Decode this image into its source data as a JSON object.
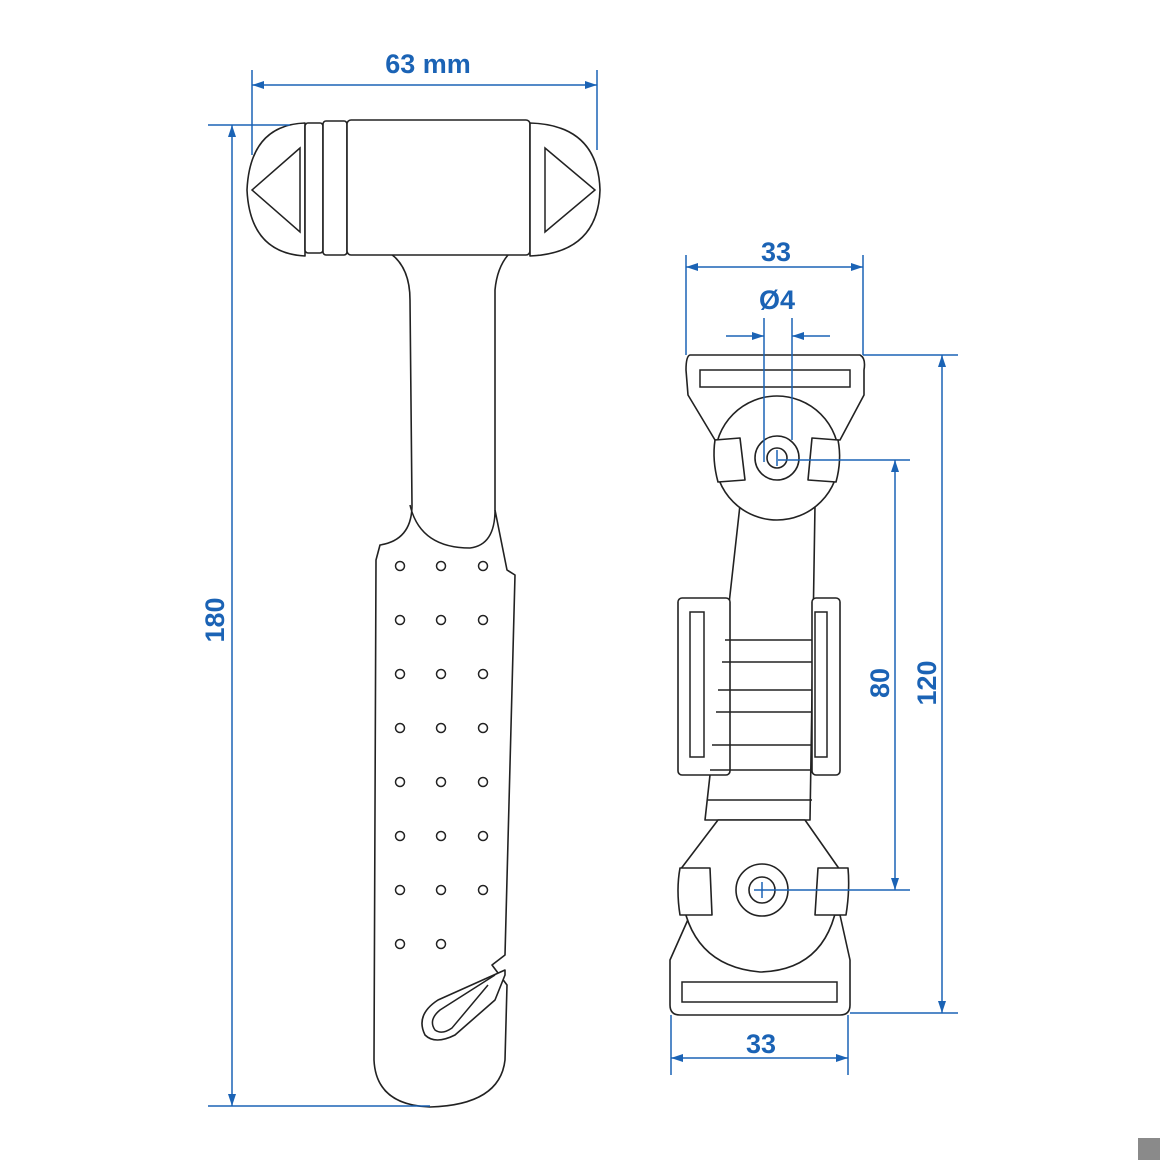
{
  "dimensions": {
    "hammer_width": "63 mm",
    "hammer_length": "180",
    "bracket_top_width": "33",
    "hole_diameter": "Ø4",
    "hole_spacing": "80",
    "bracket_length": "120",
    "bracket_bottom_width": "33"
  },
  "colors": {
    "dimension": "#1b63b5",
    "outline": "#222222"
  }
}
